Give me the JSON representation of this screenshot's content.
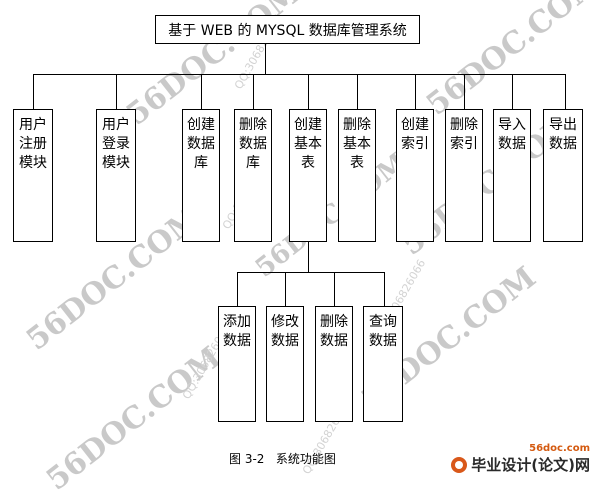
{
  "root": {
    "label": "基于 WEB 的 MYSQL 数据库管理系统"
  },
  "modules": [
    {
      "label": "用户\n注册\n模块"
    },
    {
      "label": "用户\n登录\n模块"
    },
    {
      "label": "创建\n数据\n库"
    },
    {
      "label": "删除\n数据\n库"
    },
    {
      "label": "创建\n基本\n表"
    },
    {
      "label": "删除\n基本\n表"
    },
    {
      "label": "创建\n索引"
    },
    {
      "label": "删除\n索引"
    },
    {
      "label": "导入\n数据"
    },
    {
      "label": "导出\n数据"
    }
  ],
  "submodules": [
    {
      "label": "添加\n数据"
    },
    {
      "label": "修改\n数据"
    },
    {
      "label": "删除\n数据"
    },
    {
      "label": "查询\n数据"
    }
  ],
  "caption": "图 3-2   系统功能图",
  "watermarks": {
    "site": "56DOC.COM",
    "qq": "QQ:306826066",
    "logo_top": "56doc.com",
    "logo_main": "毕业设计(论文)网"
  }
}
